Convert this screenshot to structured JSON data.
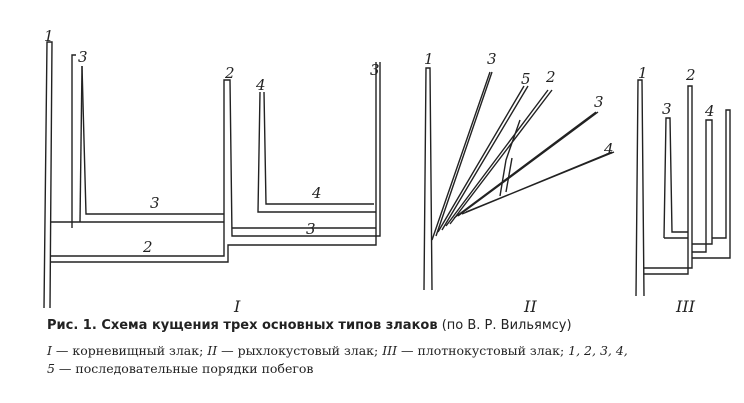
{
  "figure": {
    "panel_labels": [
      "I",
      "II",
      "III"
    ],
    "shoot_labels": {
      "panel1": [
        "1",
        "3",
        "2",
        "4",
        "3",
        "3",
        "2",
        "4",
        "3"
      ],
      "panel2": [
        "1",
        "3",
        "5",
        "2",
        "3",
        "4"
      ],
      "panel3": [
        "1",
        "3",
        "2",
        "4"
      ]
    }
  },
  "caption": {
    "title_bold": "Рис. 1. Схема кущения трех основных типов злаков",
    "title_rest": " (по В. Р. Вильямсу)",
    "roman_1": "I",
    "text_1": " — корневищный злак; ",
    "roman_2": "II",
    "text_2": " — рыхлокустовый злак; ",
    "roman_3": "III",
    "text_3": " — плотнокустовый злак; ",
    "numbers": "1, 2, 3, 4,",
    "number_5": "5",
    "text_4": " — последовательные порядки побегов"
  }
}
